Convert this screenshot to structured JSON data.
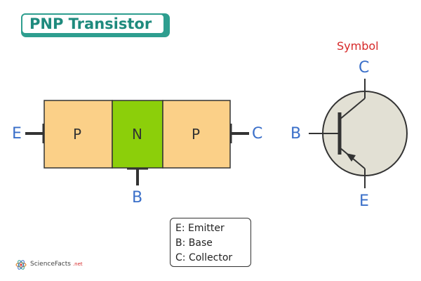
{
  "title": "PNP Transistor",
  "structure": {
    "regions": [
      "P",
      "N",
      "P"
    ],
    "terminal_left": "E",
    "terminal_right": "C",
    "terminal_bottom": "B",
    "colors": {
      "p_region": "#fbd088",
      "n_region": "#8ccf0a",
      "lead": "#333333",
      "label": "#3a6fc9"
    }
  },
  "symbol": {
    "caption": "Symbol",
    "terminal_top": "C",
    "terminal_left": "B",
    "terminal_bottom": "E",
    "colors": {
      "circle_fill": "#e2e0d4"
    }
  },
  "legend": {
    "items": [
      "E: Emitter",
      "B: Base",
      "C: Collector"
    ]
  },
  "brand": {
    "name": "ScienceFacts",
    "suffix": ".net"
  }
}
